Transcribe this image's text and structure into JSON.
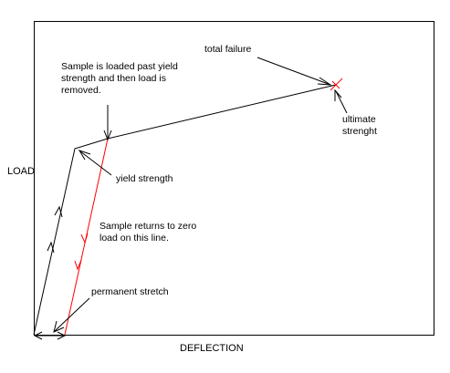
{
  "axes": {
    "y_label": "LOAD",
    "x_label": "DEFLECTION"
  },
  "annotations": {
    "total_failure": "total failure",
    "loaded_past_yield": [
      "Sample is loaded past yield",
      "strength and then load is",
      "removed."
    ],
    "ultimate_strength": [
      "ultimate",
      "strenght"
    ],
    "yield_strength": "yield strength",
    "returns_to_zero": [
      "Sample returns to zero",
      "load on this line."
    ],
    "permanent_stretch": "permanent stretch"
  },
  "colors": {
    "frame": "#000000",
    "curve": "#000000",
    "unload_line": "#ff0000",
    "failure_mark": "#ff0000",
    "background": "#ffffff"
  }
}
